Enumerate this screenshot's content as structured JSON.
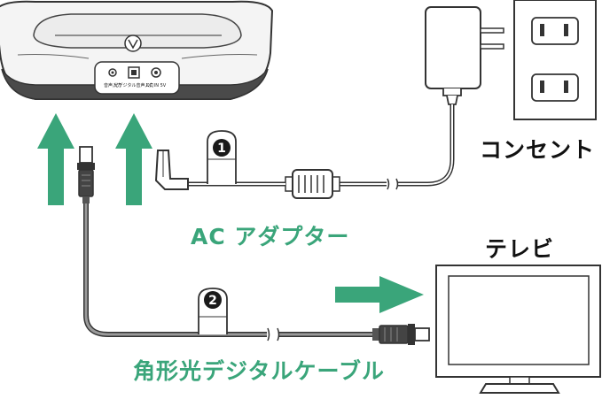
{
  "colors": {
    "accent_green": "#3aa57a",
    "stroke": "#333333",
    "cable": "#555555"
  },
  "labels": {
    "outlet": "コンセント",
    "tv": "テレビ",
    "ac_adapter": "AC アダプター",
    "optical_cable": "角形光デジタルケーブル"
  },
  "badges": {
    "ac_adapter": "1",
    "optical_cable": "2"
  },
  "dock_port_labels": {
    "audio_in": "音声入力",
    "optical_in": "光デジタル音声入力",
    "dc_in": "DC IN 5V"
  },
  "icons": {
    "device": "speaker-dock",
    "outlet": "wall-outlet",
    "adapter": "ac-adapter-plug",
    "tv": "television",
    "arrows": "arrow-up / arrow-right"
  }
}
